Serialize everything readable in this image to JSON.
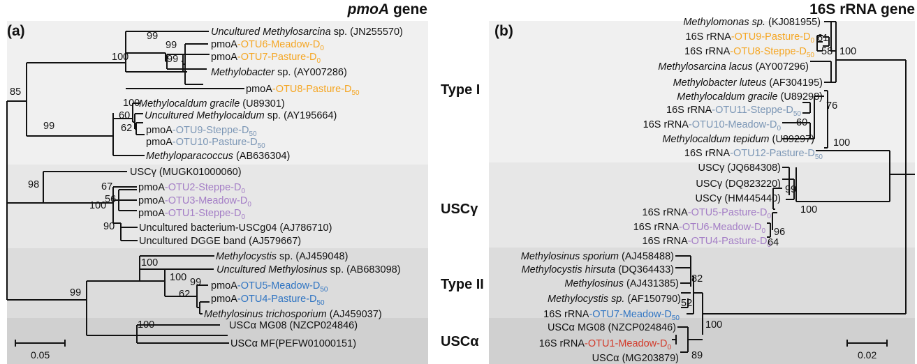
{
  "colors": {
    "orange": "#f5a623",
    "steel": "#7b96b5",
    "purple": "#a47ec6",
    "blue": "#2f74c2",
    "red": "#d23a2a",
    "band_light": "#f0f0f0",
    "band_mid": "#e7e7e7",
    "band_dark": "#dcdcdc",
    "band_darker": "#d0d0d0"
  },
  "groups": {
    "type1": "Type I",
    "uscg": "USCγ",
    "type2": "Type II",
    "usca": "USCα"
  },
  "panel_a": {
    "label": "(a)",
    "gene_name": "pmoA",
    "gene_suffix": " gene",
    "scale": "0.05",
    "leaves": [
      {
        "id": "jn255570",
        "parts": [
          {
            "t": "Uncultured Methylosarcina",
            "it": true
          },
          {
            "t": " sp. (JN255570)"
          }
        ]
      },
      {
        "id": "otu6",
        "parts": [
          {
            "t": "pmoA"
          },
          {
            "t": "-OTU6-Meadow-D",
            "c": "orange"
          },
          {
            "t": "0",
            "c": "orange",
            "sub": true
          }
        ]
      },
      {
        "id": "otu7",
        "parts": [
          {
            "t": "pmoA"
          },
          {
            "t": "-OTU7-Pasture-D",
            "c": "orange"
          },
          {
            "t": "0",
            "c": "orange",
            "sub": true
          }
        ]
      },
      {
        "id": "ay007286",
        "parts": [
          {
            "t": "Methylobacter",
            "it": true
          },
          {
            "t": " sp. (AY007286)"
          }
        ]
      },
      {
        "id": "otu8",
        "parts": [
          {
            "t": "pmoA"
          },
          {
            "t": "-OTU8-Pasture-D",
            "c": "orange"
          },
          {
            "t": "50",
            "c": "orange",
            "sub": true
          }
        ]
      },
      {
        "id": "u89301",
        "parts": [
          {
            "t": "Methylocaldum gracile",
            "it": true
          },
          {
            "t": " (U89301)"
          }
        ]
      },
      {
        "id": "ay195664",
        "parts": [
          {
            "t": "Uncultured Methylocaldum",
            "it": true
          },
          {
            "t": " sp. (AY195664)"
          }
        ]
      },
      {
        "id": "otu9",
        "parts": [
          {
            "t": "pmoA"
          },
          {
            "t": "-OTU9-Steppe-D",
            "c": "steel"
          },
          {
            "t": "50",
            "c": "steel",
            "sub": true
          }
        ]
      },
      {
        "id": "otu10",
        "parts": [
          {
            "t": "pmoA"
          },
          {
            "t": "-OTU10-Pasture-D",
            "c": "steel"
          },
          {
            "t": "50",
            "c": "steel",
            "sub": true
          }
        ]
      },
      {
        "id": "ab636304",
        "parts": [
          {
            "t": "Methyloparacoccus",
            "it": true
          },
          {
            "t": " (AB636304)"
          }
        ]
      },
      {
        "id": "mugk",
        "parts": [
          {
            "t": "USCγ (MUGK01000060)"
          }
        ]
      },
      {
        "id": "otu2",
        "parts": [
          {
            "t": "pmoA"
          },
          {
            "t": "-OTU2-Steppe-D",
            "c": "purple"
          },
          {
            "t": "0",
            "c": "purple",
            "sub": true
          }
        ]
      },
      {
        "id": "otu3",
        "parts": [
          {
            "t": "pmoA"
          },
          {
            "t": "-OTU3-Meadow-D",
            "c": "purple"
          },
          {
            "t": "0",
            "c": "purple",
            "sub": true
          }
        ]
      },
      {
        "id": "otu1",
        "parts": [
          {
            "t": "pmoA"
          },
          {
            "t": "-OTU1-Steppe-D",
            "c": "purple"
          },
          {
            "t": "0",
            "c": "purple",
            "sub": true
          }
        ]
      },
      {
        "id": "aj786710",
        "parts": [
          {
            "t": "Uncultured bacterium-USCg04 (AJ786710)"
          }
        ]
      },
      {
        "id": "aj579667",
        "parts": [
          {
            "t": "Uncultured DGGE band (AJ579667)"
          }
        ]
      },
      {
        "id": "aj459048",
        "parts": [
          {
            "t": "Methylocystis",
            "it": true
          },
          {
            "t": " sp. (AJ459048)"
          }
        ]
      },
      {
        "id": "ab683098",
        "parts": [
          {
            "t": "Uncultured Methylosinus",
            "it": true
          },
          {
            "t": " sp. (AB683098)"
          }
        ]
      },
      {
        "id": "otu5",
        "parts": [
          {
            "t": "pmoA"
          },
          {
            "t": "-OTU5-Meadow-D",
            "c": "blue"
          },
          {
            "t": "50",
            "c": "blue",
            "sub": true
          }
        ]
      },
      {
        "id": "otu4",
        "parts": [
          {
            "t": "pmoA"
          },
          {
            "t": "-OTU4-Pasture-D",
            "c": "blue"
          },
          {
            "t": "50",
            "c": "blue",
            "sub": true
          }
        ]
      },
      {
        "id": "aj459037",
        "parts": [
          {
            "t": "Methylosinus trichosporium",
            "it": true
          },
          {
            "t": " (AJ459037)"
          }
        ]
      },
      {
        "id": "mg08",
        "parts": [
          {
            "t": "USCα MG08 (NZCP024846)"
          }
        ]
      },
      {
        "id": "mf",
        "parts": [
          {
            "t": "USCα MF(PEFW01000151)"
          }
        ]
      }
    ],
    "bootstraps": [
      "99",
      "99",
      "99",
      "100",
      "85",
      "100",
      "60",
      "62",
      "99",
      "98",
      "67",
      "56",
      "100",
      "90",
      "100",
      "100",
      "99",
      "62",
      "99",
      "100"
    ]
  },
  "panel_b": {
    "label": "(b)",
    "gene_name": "16S rRNA gene",
    "scale": "0.02",
    "leaves": [
      {
        "id": "kj081955",
        "parts": [
          {
            "t": "Methylomonas sp.",
            "it": true
          },
          {
            "t": " (KJ081955)"
          }
        ]
      },
      {
        "id": "botu9",
        "parts": [
          {
            "t": "16S rRNA"
          },
          {
            "t": "-OTU9-Pasture-D",
            "c": "orange"
          },
          {
            "t": "0",
            "c": "orange",
            "sub": true
          }
        ]
      },
      {
        "id": "botu8",
        "parts": [
          {
            "t": "16S rRNA"
          },
          {
            "t": "-OTU8-Steppe-D",
            "c": "orange"
          },
          {
            "t": "50",
            "c": "orange",
            "sub": true
          }
        ]
      },
      {
        "id": "af007296",
        "parts": [
          {
            "t": "Methylosarcina lacus",
            "it": true
          },
          {
            "t": " (AY007296)"
          }
        ]
      },
      {
        "id": "af304195",
        "parts": [
          {
            "t": "Methylobacter luteus",
            "it": true
          },
          {
            "t": " (AF304195)"
          }
        ]
      },
      {
        "id": "u89298",
        "parts": [
          {
            "t": "Methylocaldum gracile",
            "it": true
          },
          {
            "t": " (U89298)"
          }
        ]
      },
      {
        "id": "botu11",
        "parts": [
          {
            "t": "16S rRNA"
          },
          {
            "t": "-OTU11-Steppe-D",
            "c": "steel"
          },
          {
            "t": "50",
            "c": "steel",
            "sub": true
          }
        ]
      },
      {
        "id": "botu10",
        "parts": [
          {
            "t": "16S rRNA"
          },
          {
            "t": "-OTU10-Meadow-D",
            "c": "steel"
          },
          {
            "t": "0",
            "c": "steel",
            "sub": true
          }
        ]
      },
      {
        "id": "u89297",
        "parts": [
          {
            "t": "Methylocaldum tepidum",
            "it": true
          },
          {
            "t": " (U89297)"
          }
        ]
      },
      {
        "id": "botu12",
        "parts": [
          {
            "t": "16S rRNA"
          },
          {
            "t": "-OTU12-Pasture-D",
            "c": "steel"
          },
          {
            "t": "50",
            "c": "steel",
            "sub": true
          }
        ]
      },
      {
        "id": "jq684308",
        "parts": [
          {
            "t": "USCγ (JQ684308)"
          }
        ]
      },
      {
        "id": "dq823220",
        "parts": [
          {
            "t": "USCγ (DQ823220)"
          }
        ]
      },
      {
        "id": "hm445440",
        "parts": [
          {
            "t": "USCγ (HM445440)"
          }
        ]
      },
      {
        "id": "botu5",
        "parts": [
          {
            "t": "16S rRNA"
          },
          {
            "t": "-OTU5-Pasture-D",
            "c": "purple"
          },
          {
            "t": "0",
            "c": "purple",
            "sub": true
          }
        ]
      },
      {
        "id": "botu6",
        "parts": [
          {
            "t": "16S rRNA"
          },
          {
            "t": "-OTU6-Meadow-D",
            "c": "purple"
          },
          {
            "t": "0",
            "c": "purple",
            "sub": true
          }
        ]
      },
      {
        "id": "botu4",
        "parts": [
          {
            "t": "16S rRNA"
          },
          {
            "t": "-OTU4-Pasture-D",
            "c": "purple"
          },
          {
            "t": "0",
            "c": "purple",
            "sub": true
          }
        ]
      },
      {
        "id": "aj458488",
        "parts": [
          {
            "t": "Methylosinus sporium",
            "it": true
          },
          {
            "t": " (AJ458488)"
          }
        ]
      },
      {
        "id": "dq364433",
        "parts": [
          {
            "t": "Methylocystis hirsuta",
            "it": true
          },
          {
            "t": " (DQ364433)"
          }
        ]
      },
      {
        "id": "aj431385",
        "parts": [
          {
            "t": "Methylosinus",
            "it": true
          },
          {
            "t": " (AJ431385)"
          }
        ]
      },
      {
        "id": "af150790",
        "parts": [
          {
            "t": "Methylocystis sp.",
            "it": true
          },
          {
            "t": " (AF150790)"
          }
        ]
      },
      {
        "id": "botu7",
        "parts": [
          {
            "t": "16S rRNA"
          },
          {
            "t": "-OTU7-Meadow-D",
            "c": "blue"
          },
          {
            "t": "50",
            "c": "blue",
            "sub": true
          }
        ]
      },
      {
        "id": "bmg08",
        "parts": [
          {
            "t": "USCα MG08 (NZCP024846)"
          }
        ]
      },
      {
        "id": "botu1",
        "parts": [
          {
            "t": "16S rRNA"
          },
          {
            "t": "-OTU1-Meadow-D",
            "c": "red"
          },
          {
            "t": "0",
            "c": "red",
            "sub": true
          }
        ]
      },
      {
        "id": "mg203879",
        "parts": [
          {
            "t": "USCα (MG203879)"
          }
        ]
      }
    ],
    "bootstraps": [
      "61",
      "58",
      "100",
      "76",
      "60",
      "100",
      "99",
      "100",
      "96",
      "64",
      "82",
      "52",
      "100",
      "89"
    ]
  }
}
